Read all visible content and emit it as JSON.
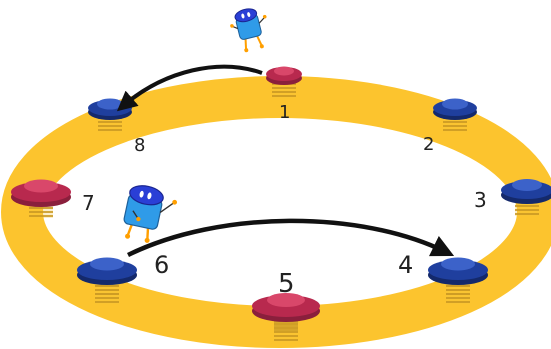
{
  "board": {
    "track_color": "#fcc42e",
    "spring_color": "#e0a61b",
    "pads": [
      {
        "id": "pad-1",
        "label": "1",
        "color": "red"
      },
      {
        "id": "pad-2",
        "label": "2",
        "color": "blue"
      },
      {
        "id": "pad-3",
        "label": "3",
        "color": "blue"
      },
      {
        "id": "pad-4",
        "label": "4",
        "color": "blue"
      },
      {
        "id": "pad-5",
        "label": "5",
        "color": "red"
      },
      {
        "id": "pad-6",
        "label": "6",
        "color": "blue"
      },
      {
        "id": "pad-7",
        "label": "7",
        "color": "red"
      },
      {
        "id": "pad-8",
        "label": "8",
        "color": "blue"
      }
    ],
    "colors": {
      "red_pad": "#b8294e",
      "red_pad_top": "#d9476a",
      "blue_pad": "#1f3f9e",
      "blue_pad_top": "#3c62c9",
      "robot_body": "#2f9be8",
      "robot_head": "#2a3fd6",
      "arrow": "#111111"
    },
    "robots": [
      {
        "id": "robot-top",
        "on_pad": "1"
      },
      {
        "id": "robot-left",
        "on_pad": "6"
      }
    ],
    "moves": [
      {
        "from": "1",
        "to": "8"
      },
      {
        "from": "6",
        "to": "4"
      }
    ]
  }
}
